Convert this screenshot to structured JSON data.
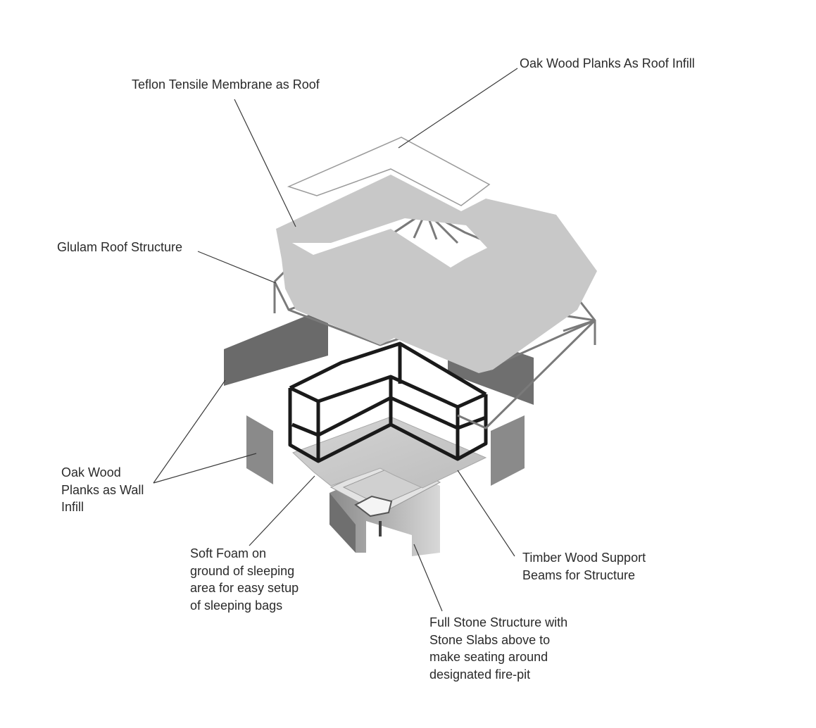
{
  "labels": {
    "oak_roof_infill": [
      "Oak Wood Planks As Roof Infill"
    ],
    "teflon_membrane": [
      "Teflon Tensile Membrane as Roof"
    ],
    "glulam_structure": [
      "Glulam Roof Structure"
    ],
    "oak_wall_infill": [
      "Oak Wood",
      "Planks as Wall",
      "Infill"
    ],
    "soft_foam": [
      "Soft Foam on",
      "ground of sleeping",
      "area for easy setup",
      "of sleeping bags"
    ],
    "timber_beams": [
      "Timber Wood Support",
      "Beams for Structure"
    ],
    "stone_structure": [
      "Full Stone Structure with",
      "Stone Slabs above to",
      "make seating around",
      "designated fire-pit"
    ]
  },
  "colors": {
    "membrane": "#c8c8c8",
    "wall_panel": "#6a6a6a",
    "frame": "#1a1a1a",
    "leader": "#3a3a3a",
    "text": "#2a2a2a"
  }
}
